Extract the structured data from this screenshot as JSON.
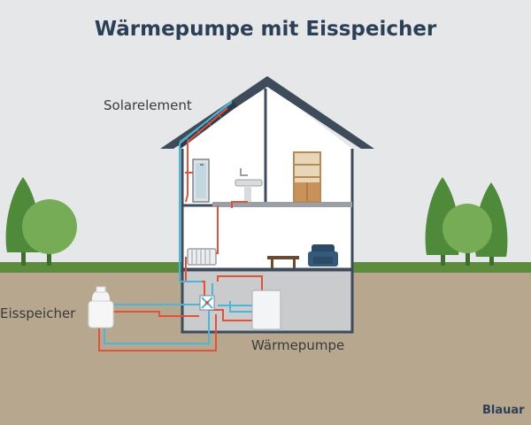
{
  "title": "Wärmepumpe mit Eisspeicher",
  "labels": {
    "solar": "Solarelement",
    "ice_storage": "Eisspeicher",
    "heat_pump": "Wärmepumpe"
  },
  "brand": "Blauar",
  "colors": {
    "sky": "#e6e7e8",
    "ground": "#b8a78f",
    "grass": "#5e8c3f",
    "roof": "#3e4b5a",
    "wall": "#ffffff",
    "basement": "#c9cbcd",
    "tree_dark": "#4f8a3a",
    "tree_light": "#76ac56",
    "pipe_hot": "#e0523a",
    "pipe_cold": "#4bb6d8",
    "title": "#2b3f57"
  },
  "icons": [
    "solar-panel-icon",
    "shower-icon",
    "sink-icon",
    "shelf-cabinet-icon",
    "radiator-icon",
    "table-icon",
    "armchair-icon",
    "heat-exchanger-icon",
    "heat-pump-unit-icon",
    "ice-storage-tank-icon"
  ]
}
